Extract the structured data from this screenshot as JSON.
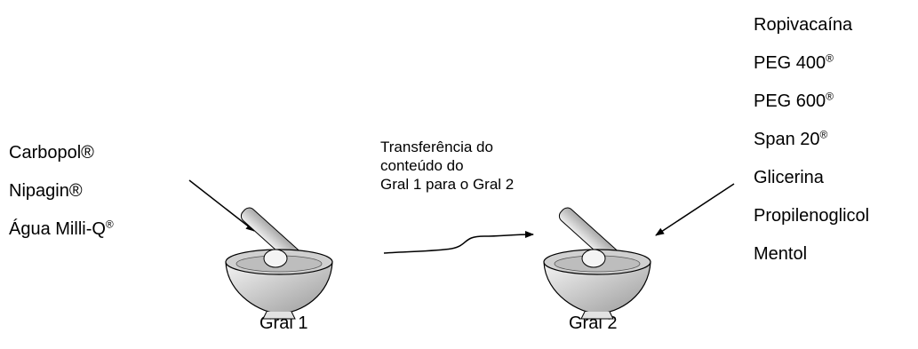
{
  "left_ingredients": [
    {
      "text": "Carbopol®",
      "sup": ""
    },
    {
      "text": "Nipagin®",
      "sup": ""
    },
    {
      "text": "Água Milli-Q",
      "sup": "®"
    }
  ],
  "right_ingredients": [
    {
      "text": "Ropivacaína",
      "sup": ""
    },
    {
      "text": "PEG 400",
      "sup": "®"
    },
    {
      "text": "PEG 600",
      "sup": "®"
    },
    {
      "text": "Span 20",
      "sup": "®"
    },
    {
      "text": "Glicerina",
      "sup": ""
    },
    {
      "text": "Propilenoglicol",
      "sup": ""
    },
    {
      "text": "Mentol",
      "sup": ""
    }
  ],
  "transfer_text": {
    "line1": "Transferência do",
    "line2": "conteúdo do",
    "line3": "Gral 1 para o Gral 2"
  },
  "mortar1_label": "Gral 1",
  "mortar2_label": "Gral 2",
  "icons": {
    "mortar": "mortar-pestle-icon",
    "arrow": "arrow-icon"
  },
  "colors": {
    "stroke": "#000000",
    "bowl_fill": "#e8e8e8",
    "pestle_fill": "#d4d4d4"
  }
}
